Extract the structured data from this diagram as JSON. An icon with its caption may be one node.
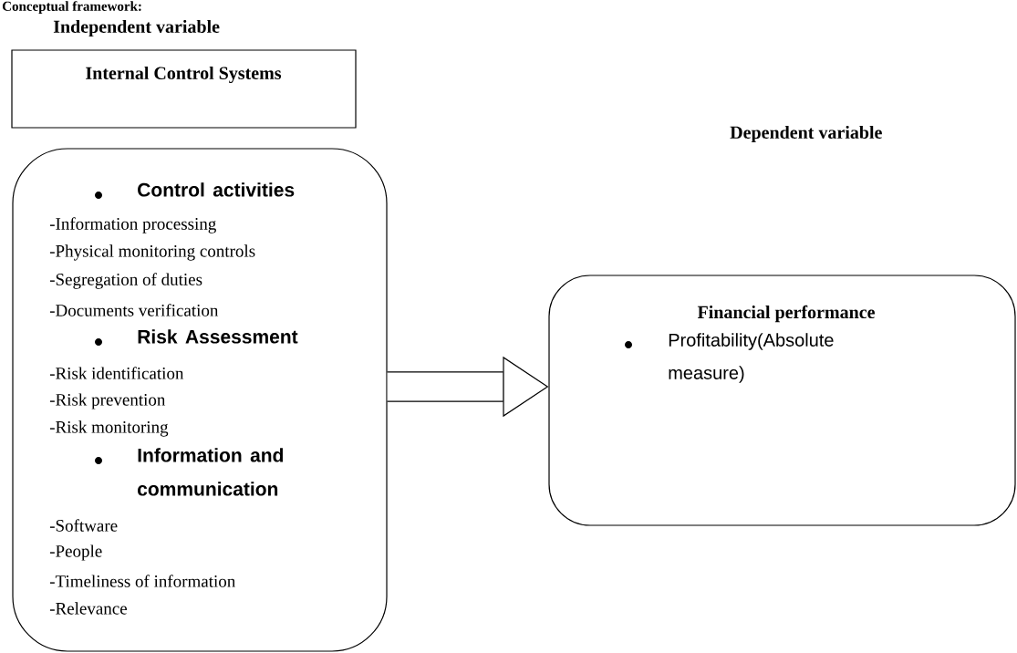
{
  "diagram": {
    "title": "Conceptual framework:",
    "nodes": [
      {
        "text": [
          "Internal Control Systems"
        ]
      },
      {
        "text": [
          "Control activities",
          "-Information processing",
          "-Physical monitoring controls",
          "-Segregation of duties",
          "-Documents verification",
          "Risk Assessment",
          "-Risk identification",
          "-Risk prevention",
          "-Risk monitoring",
          "Information and communication",
          "-Software",
          "-People",
          "-Timeliness of information",
          "-Relevance"
        ]
      },
      {
        "text": [
          "Financial performance",
          "Profitability(Absolute measure)"
        ]
      }
    ],
    "edges": [
      {
        "from": 1,
        "to": 2,
        "arrow": "to"
      }
    ],
    "labels": [
      "Independent variable",
      "Dependent variable"
    ]
  }
}
